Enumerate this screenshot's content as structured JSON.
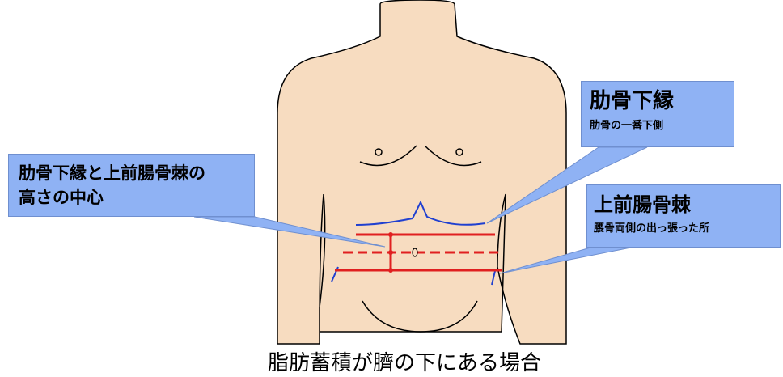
{
  "callouts": {
    "left": {
      "line1": "肋骨下縁と上前腸骨棘の",
      "line2": "高さの中心"
    },
    "rib": {
      "title": "肋骨下縁",
      "subtitle": "肋骨の一番下側"
    },
    "asis": {
      "title": "上前腸骨棘",
      "subtitle": "腰骨両側の出っ張った所"
    }
  },
  "caption": "脂肪蓄積が臍の下にある場合",
  "colors": {
    "skin": "#f7dcc0",
    "outline": "#000000",
    "band": "#e02020",
    "callout": "#8fb2f4",
    "boneMark": "#2040d0"
  }
}
